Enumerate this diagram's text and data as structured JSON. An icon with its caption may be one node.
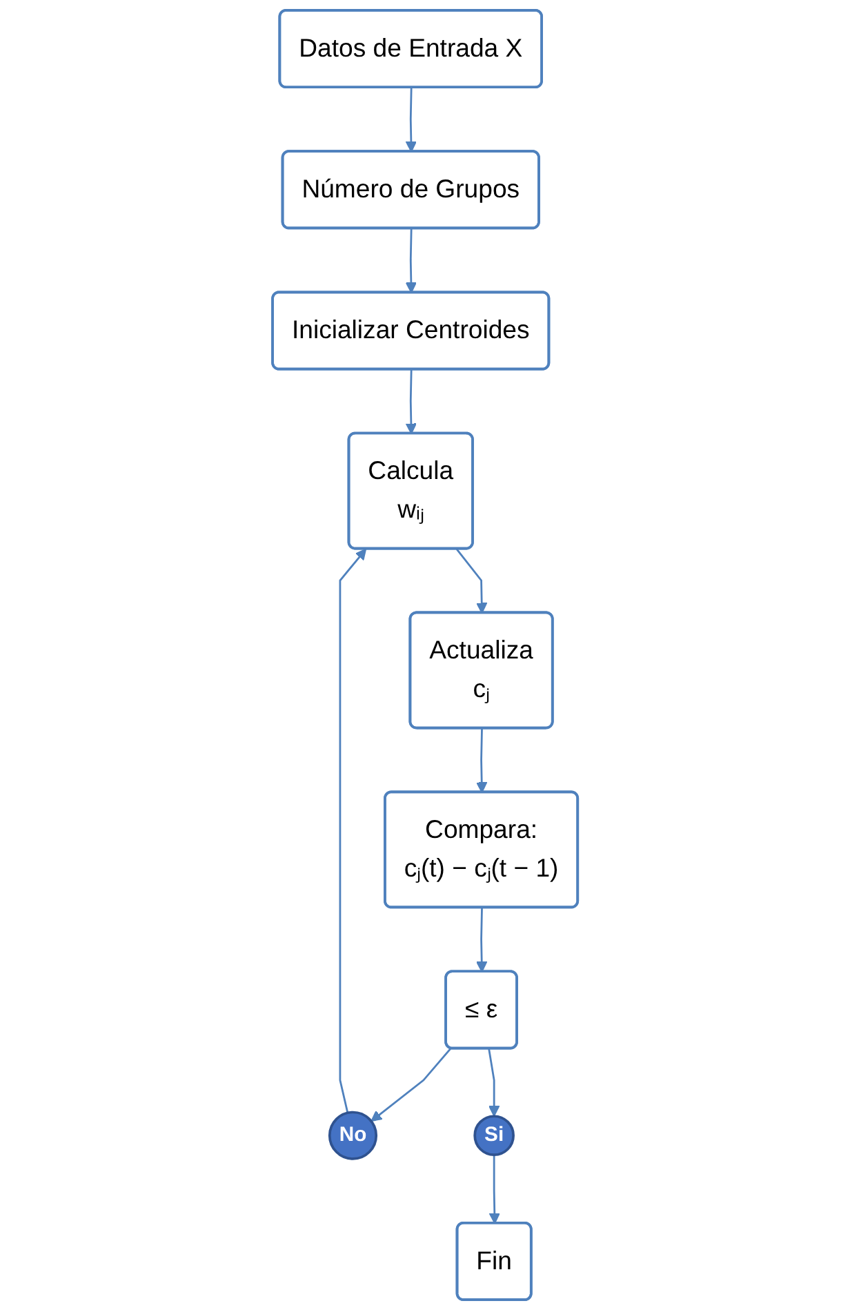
{
  "diagram": {
    "nodes": [
      {
        "text": [
          "Datos de Entrada X"
        ]
      },
      {
        "text": [
          "Número de Grupos"
        ]
      },
      {
        "text": [
          "Inicializar Centroides"
        ]
      },
      {
        "text": [
          "Calcula",
          "wᵢⱼ"
        ]
      },
      {
        "text": [
          "Actualiza",
          "cⱼ"
        ]
      },
      {
        "text": [
          "Compara:",
          "cⱼ(t) − cⱼ(t − 1)"
        ]
      },
      {
        "text": [
          "≤ ε"
        ]
      },
      {
        "text": [
          "No"
        ]
      },
      {
        "text": [
          "Si"
        ]
      },
      {
        "text": [
          "Fin"
        ]
      }
    ],
    "edges": [
      {
        "from": 0,
        "to": 1,
        "arrow": "to"
      },
      {
        "from": 1,
        "to": 2,
        "arrow": "to"
      },
      {
        "from": 2,
        "to": 3,
        "arrow": "to"
      },
      {
        "from": 3,
        "to": 4,
        "arrow": "to"
      },
      {
        "from": 4,
        "to": 5,
        "arrow": "to"
      },
      {
        "from": 5,
        "to": 6,
        "arrow": "to"
      },
      {
        "from": 6,
        "to": 7,
        "arrow": "to"
      },
      {
        "from": 7,
        "to": 3,
        "arrow": "to"
      },
      {
        "from": 6,
        "to": 8,
        "arrow": "to"
      },
      {
        "from": 8,
        "to": 9,
        "arrow": "to"
      }
    ]
  }
}
